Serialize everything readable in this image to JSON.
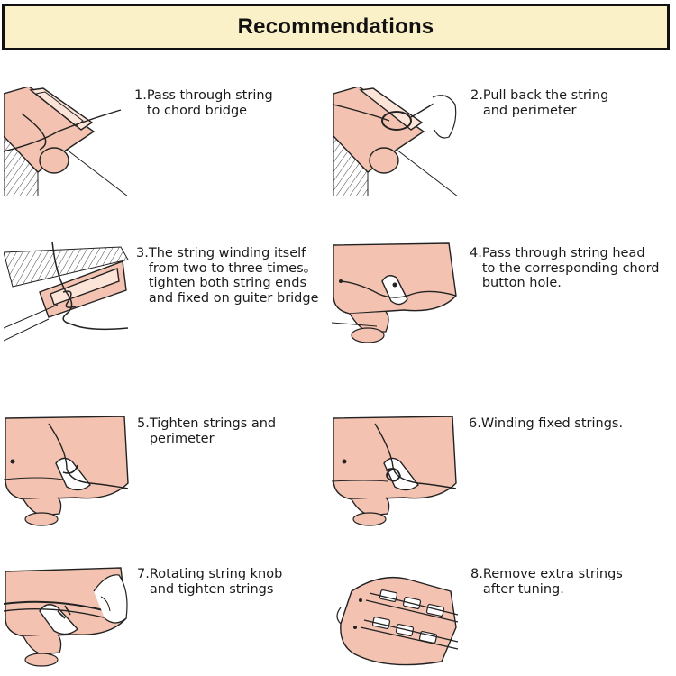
{
  "title": "Recommendations",
  "colors": {
    "header_bg": "#fbf1c8",
    "wood": "#f3c2b0",
    "wood_dark": "#e7a892",
    "ink": "#1a1a1a"
  },
  "steps": [
    {
      "caption": "1.Pass through string\n   to chord bridge"
    },
    {
      "caption": "2.Pull back the string\n   and perimeter"
    },
    {
      "caption": "3.The string winding itself\n   from two to three times。\n   tighten both string ends\n   and fixed on guiter bridge"
    },
    {
      "caption": "4.Pass through string head\n   to the corresponding chord\n   button hole."
    },
    {
      "caption": "5.Tighten strings and\n   perimeter"
    },
    {
      "caption": "6.Winding fixed strings."
    },
    {
      "caption": "7.Rotating string knob\n   and tighten strings"
    },
    {
      "caption": "8.Remove extra strings\n   after tuning."
    }
  ]
}
